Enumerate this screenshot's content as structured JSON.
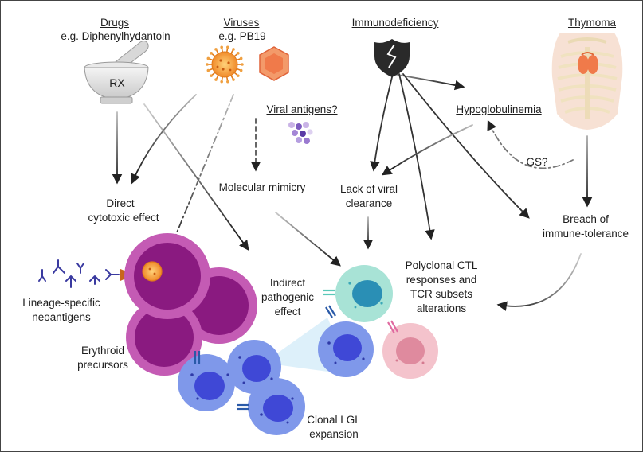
{
  "headers": {
    "drugs": "Drugs",
    "drugs_example": "e.g. Diphenylhydantoin",
    "viruses": "Viruses",
    "viruses_example": "e.g. PB19",
    "immunodeficiency": "Immunodeficiency",
    "thymoma": "Thymoma"
  },
  "icon_text": {
    "mortar": "RX"
  },
  "labels": {
    "viral_antigens": "Viral antigens?",
    "hypoglobulinemia": "Hypoglobulinemia",
    "gs": "GS?",
    "direct_cytotoxic_1": "Direct",
    "direct_cytotoxic_2": "cytotoxic effect",
    "molecular_mimicry": "Molecular mimicry",
    "lack_viral_1": "Lack of viral",
    "lack_viral_2": "clearance",
    "breach_1": "Breach of",
    "breach_2": "immune-tolerance",
    "indirect_1": "Indirect",
    "indirect_2": "pathogenic",
    "indirect_3": "effect",
    "polyclonal_1": "Polyclonal CTL",
    "polyclonal_2": "responses and",
    "polyclonal_3": "TCR subsets",
    "polyclonal_4": "alterations",
    "lineage_1": "Lineage-specific",
    "lineage_2": "neoantigens",
    "erythroid_1": "Erythroid",
    "erythroid_2": "precursors",
    "clonal_1": "Clonal LGL",
    "clonal_2": "expansion"
  },
  "colors": {
    "erythroid_outer": "#c45bb4",
    "erythroid_inner": "#8a1a80",
    "lgl_cell": "#7f98ea",
    "lgl_nucleus": "#3f48d6",
    "teal_cell": "#a8e3d6",
    "teal_nucleus": "#2a8fb5",
    "pink_cell": "#f4c3cc",
    "pink_nucleus": "#df8a9e",
    "virus": "#f09a3a",
    "thymus": "#f07a4a",
    "shield": "#2a2a2a",
    "arrow": "#222222"
  }
}
